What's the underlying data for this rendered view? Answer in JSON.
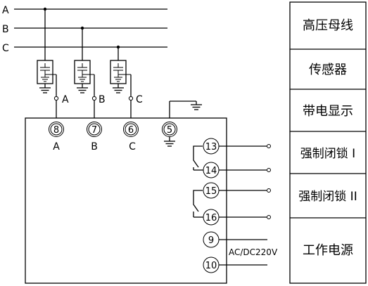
{
  "bus_lines": {
    "a": "A",
    "b": "B",
    "c": "C"
  },
  "sensor_outputs": {
    "a": "A",
    "b": "B",
    "c": "C"
  },
  "terminals": {
    "t8": "8",
    "t7": "7",
    "t6": "6",
    "t5": "5",
    "t13": "13",
    "t14": "14",
    "t15": "15",
    "t16": "16",
    "t9": "9",
    "t10": "10"
  },
  "input_labels": {
    "a": "A",
    "b": "B",
    "c": "C"
  },
  "power_label": "AC/DC220V",
  "legend": {
    "high_voltage_bus": "高压母线",
    "sensor": "传感器",
    "live_display": "带电显示",
    "forced_lock_1": "强制闭锁 I",
    "forced_lock_2": "强制闭锁 II",
    "working_power": "工作电源"
  }
}
